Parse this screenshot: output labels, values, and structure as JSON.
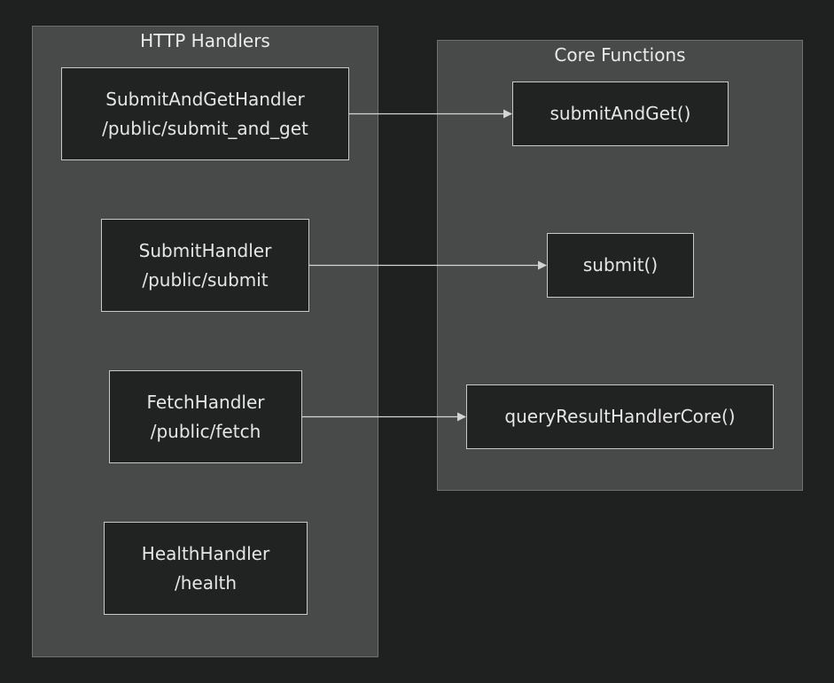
{
  "clusters": {
    "handlers": {
      "title": "HTTP Handlers"
    },
    "core": {
      "title": "Core Functions"
    }
  },
  "nodes": {
    "submit_and_get_handler": {
      "name": "SubmitAndGetHandler",
      "path": "/public/submit_and_get"
    },
    "submit_handler": {
      "name": "SubmitHandler",
      "path": "/public/submit"
    },
    "fetch_handler": {
      "name": "FetchHandler",
      "path": "/public/fetch"
    },
    "health_handler": {
      "name": "HealthHandler",
      "path": "/health"
    },
    "submit_and_get": {
      "name": "submitAndGet()"
    },
    "submit": {
      "name": "submit()"
    },
    "query_result_handler_core": {
      "name": "queryResultHandlerCore()"
    }
  },
  "edges": [
    {
      "from": "SubmitAndGetHandler",
      "to": "submitAndGet()"
    },
    {
      "from": "SubmitHandler",
      "to": "submit()"
    },
    {
      "from": "FetchHandler",
      "to": "queryResultHandlerCore()"
    }
  ],
  "colors": {
    "background": "#1f2020",
    "cluster_fill": "#484a49",
    "node_fill": "#212322",
    "node_border": "#c9c9c9",
    "edge": "#d4d4d4",
    "text": "#e6e6e6"
  }
}
